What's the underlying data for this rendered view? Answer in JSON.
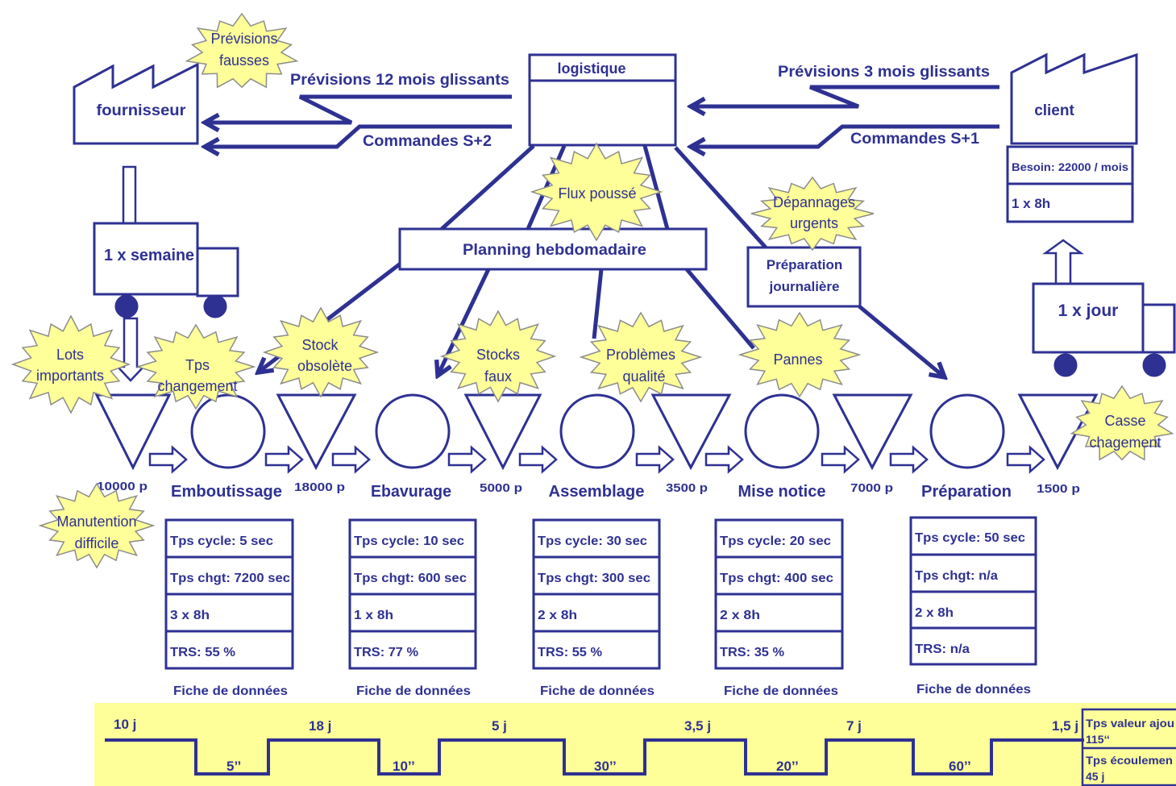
{
  "supplier": {
    "label": "fournisseur"
  },
  "customer": {
    "label": "client",
    "need": "Besoin: 22000 / mois",
    "shifts": "1 x 8h"
  },
  "logistics": {
    "label": "logistique"
  },
  "info_flows": {
    "supplier_forecast": "Prévisions 12 mois glissants",
    "supplier_orders": "Commandes S+2",
    "customer_forecast": "Prévisions 3 mois glissants",
    "customer_orders": "Commandes S+1"
  },
  "planning": {
    "weekly": "Planning hebdomadaire",
    "daily": [
      "Préparation",
      "journalière"
    ]
  },
  "transport": {
    "inbound": "1 x semaine",
    "outbound": "1 x jour"
  },
  "inventories": [
    "10000 p",
    "18000 p",
    "5000 p",
    "3500 p",
    "7000 p",
    "1500 p"
  ],
  "processes": [
    {
      "name": "Emboutissage",
      "cycle": "Tps cycle: 5 sec",
      "changeover": "Tps chgt: 7200 sec",
      "shifts": "3 x 8h",
      "oee": "TRS: 55 %",
      "sheet": "Fiche de données"
    },
    {
      "name": "Ebavurage",
      "cycle": "Tps cycle: 10 sec",
      "changeover": "Tps chgt: 600 sec",
      "shifts": "1 x 8h",
      "oee": "TRS: 77 %",
      "sheet": "Fiche de données"
    },
    {
      "name": "Assemblage",
      "cycle": "Tps cycle: 30 sec",
      "changeover": "Tps chgt: 300 sec",
      "shifts": "2 x 8h",
      "oee": "TRS: 55 %",
      "sheet": "Fiche de données"
    },
    {
      "name": "Mise notice",
      "cycle": "Tps cycle: 20 sec",
      "changeover": "Tps chgt: 400 sec",
      "shifts": "2 x 8h",
      "oee": "TRS: 35 %",
      "sheet": "Fiche de données"
    },
    {
      "name": "Préparation",
      "cycle": "Tps cycle: 50 sec",
      "changeover": "Tps chgt: n/a",
      "shifts": "2 x 8h",
      "oee": "TRS: n/a",
      "sheet": "Fiche de données"
    }
  ],
  "problems": [
    {
      "lines": [
        "Prévisions",
        "fausses"
      ]
    },
    {
      "lines": [
        "Flux poussé"
      ]
    },
    {
      "lines": [
        "Dépannages",
        "urgents"
      ]
    },
    {
      "lines": [
        "Lots",
        "importants"
      ]
    },
    {
      "lines": [
        "Tps",
        "changement"
      ]
    },
    {
      "lines": [
        "Stock",
        "obsolète"
      ]
    },
    {
      "lines": [
        "Stocks",
        "faux"
      ]
    },
    {
      "lines": [
        "Problèmes",
        "qualité"
      ]
    },
    {
      "lines": [
        "Pannes"
      ]
    },
    {
      "lines": [
        "Casse",
        "chagement"
      ]
    },
    {
      "lines": [
        "Manutention",
        "difficile"
      ]
    }
  ],
  "timeline": {
    "waits": [
      "10 j",
      "18 j",
      "5 j",
      "3,5 j",
      "7 j",
      "1,5 j"
    ],
    "value_added": [
      "5’’",
      "10’’",
      "30’’",
      "20’’",
      "60’’"
    ],
    "summary": {
      "va_label": "Tps valeur ajou",
      "va_value": "115‘‘",
      "lead_label": "Tps écoulemen",
      "lead_value": "45 j"
    }
  },
  "colors": {
    "ink": "#2E3192",
    "burst": "#FFFF99",
    "burst_edge": "#8C8C8C",
    "timeline": "#FFFF99"
  }
}
